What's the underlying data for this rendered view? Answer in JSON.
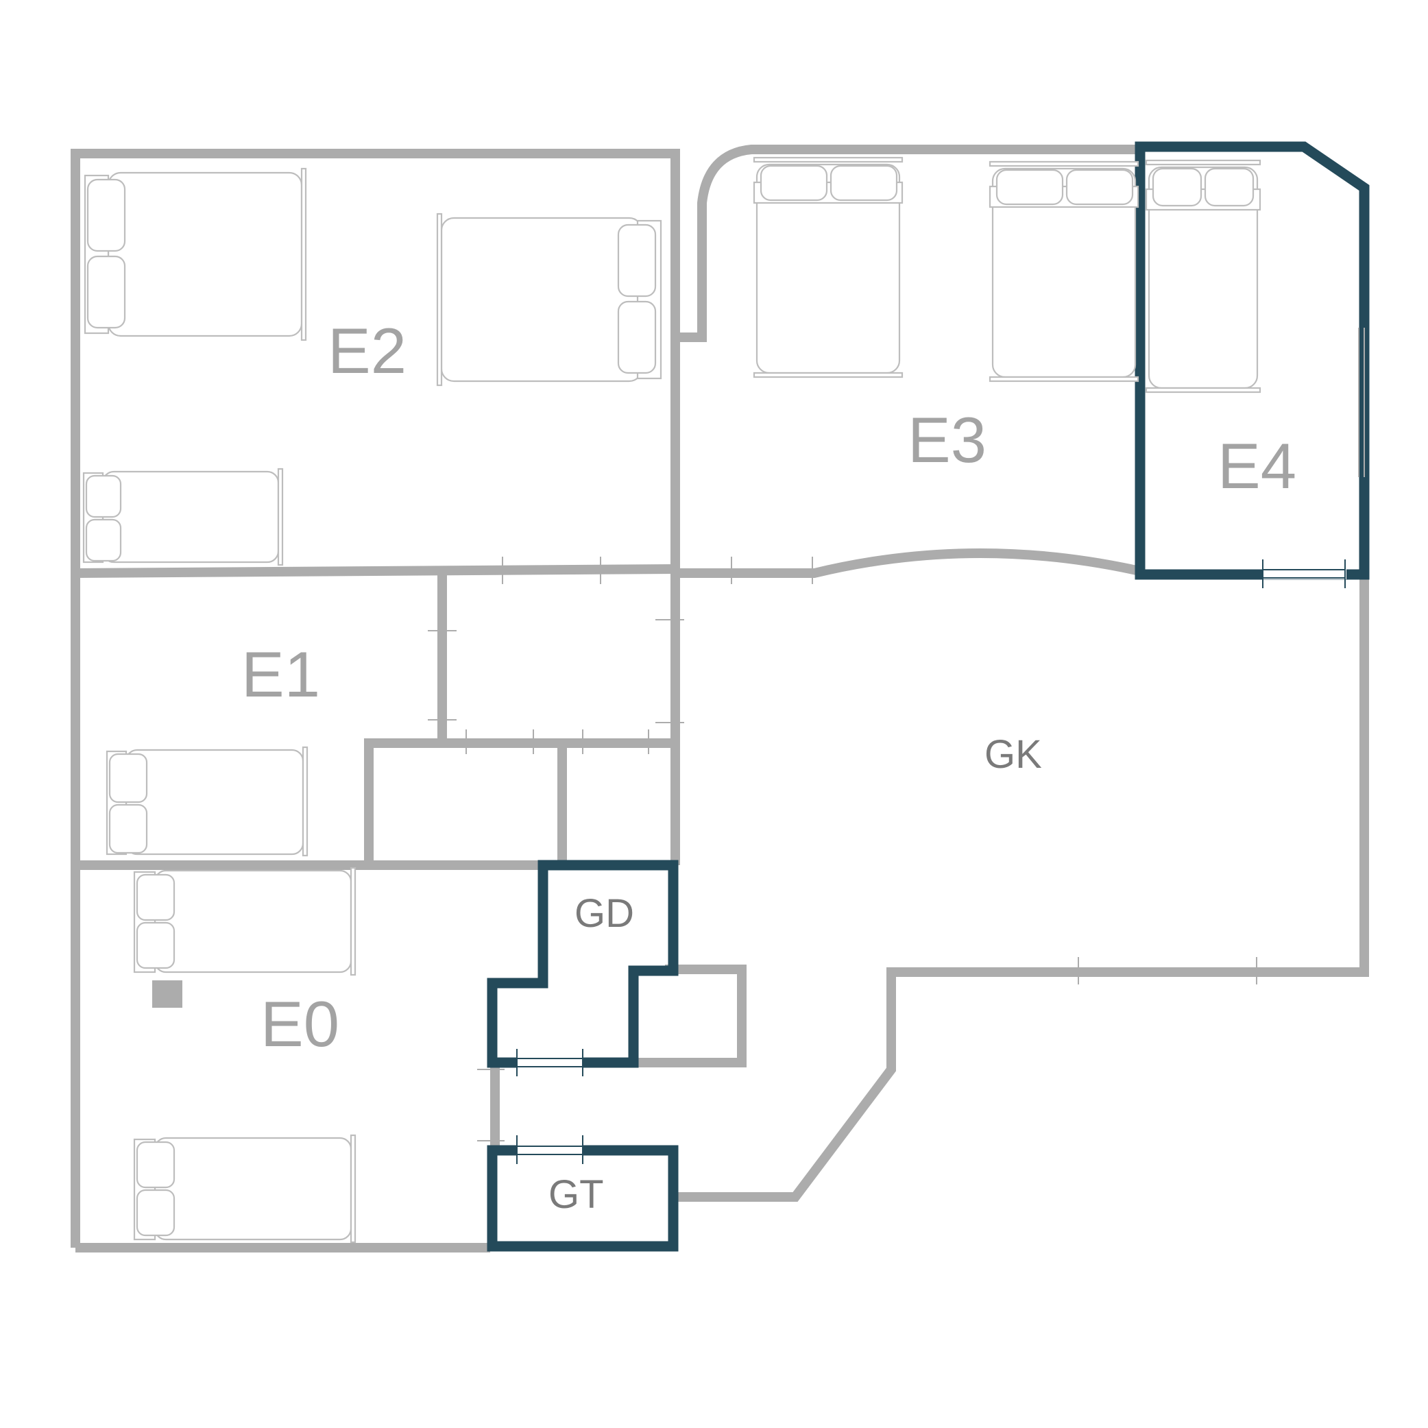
{
  "colors": {
    "wall_default": "#acacac",
    "wall_highlight": "#244a5a",
    "furniture_outline": "#bdbdbd",
    "room_label_large": "#a3a3a3",
    "room_label_small": "#7a7a7a"
  },
  "rooms": [
    {
      "id": "E0",
      "label": "E0",
      "highlighted": false
    },
    {
      "id": "E1",
      "label": "E1",
      "highlighted": false
    },
    {
      "id": "E2",
      "label": "E2",
      "highlighted": false
    },
    {
      "id": "E3",
      "label": "E3",
      "highlighted": false
    },
    {
      "id": "E4",
      "label": "E4",
      "highlighted": true
    },
    {
      "id": "GK",
      "label": "GK",
      "highlighted": false
    },
    {
      "id": "GD",
      "label": "GD",
      "highlighted": true
    },
    {
      "id": "GT",
      "label": "GT",
      "highlighted": true
    }
  ],
  "furniture_icon": "bed-icon"
}
